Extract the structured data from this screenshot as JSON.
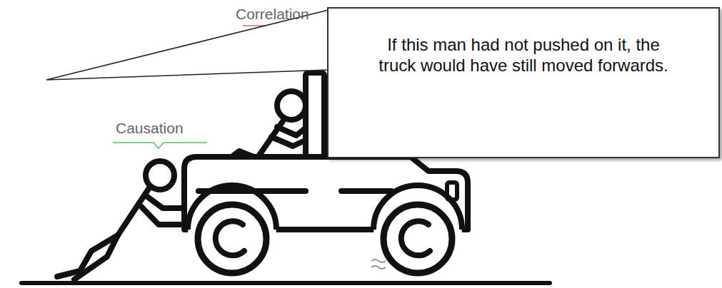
{
  "diagram": {
    "nodes": [
      {
        "text": [
          "If this man had not pushed on it, the truck would have still moved forwards."
        ]
      }
    ],
    "labels": [
      "Correlation",
      "Causation"
    ]
  }
}
